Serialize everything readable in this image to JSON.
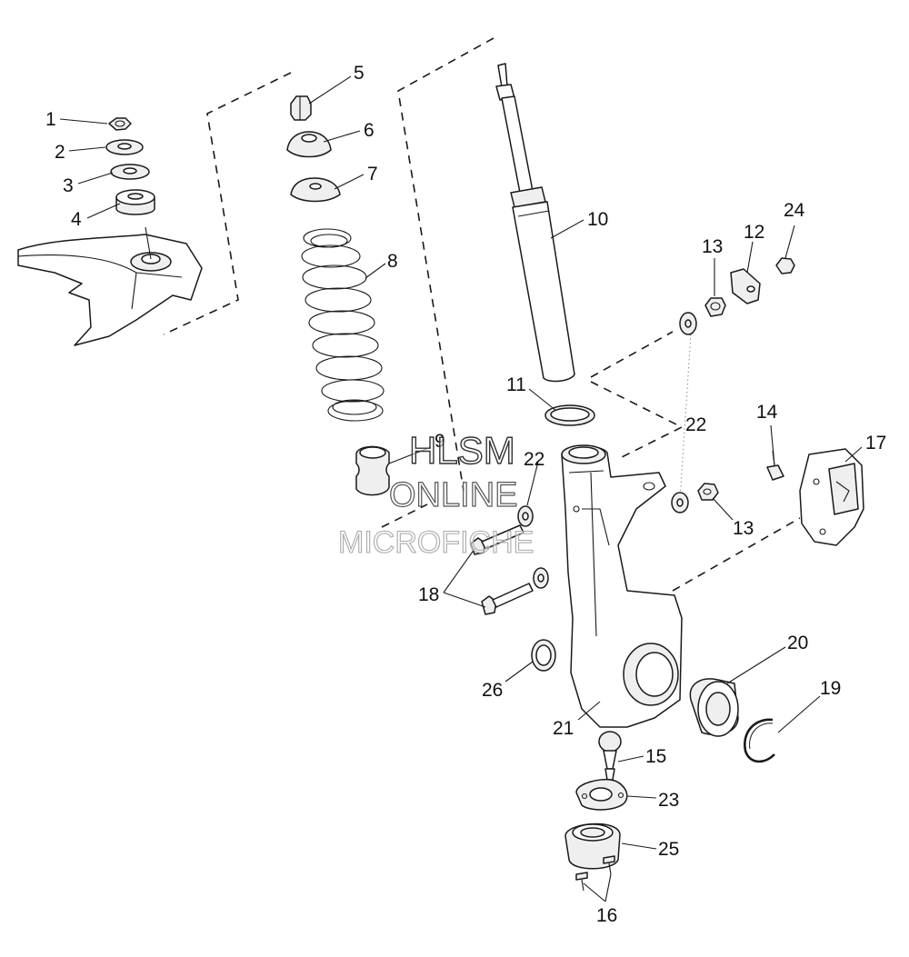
{
  "diagram": {
    "callouts": [
      {
        "id": "c1",
        "label": "1"
      },
      {
        "id": "c2",
        "label": "2"
      },
      {
        "id": "c3",
        "label": "3"
      },
      {
        "id": "c4",
        "label": "4"
      },
      {
        "id": "c5",
        "label": "5"
      },
      {
        "id": "c6",
        "label": "6"
      },
      {
        "id": "c7",
        "label": "7"
      },
      {
        "id": "c8",
        "label": "8"
      },
      {
        "id": "c9",
        "label": "9"
      },
      {
        "id": "c10",
        "label": "10"
      },
      {
        "id": "c11",
        "label": "11"
      },
      {
        "id": "c12",
        "label": "12"
      },
      {
        "id": "c13a",
        "label": "13"
      },
      {
        "id": "c13b",
        "label": "13"
      },
      {
        "id": "c14",
        "label": "14"
      },
      {
        "id": "c15",
        "label": "15"
      },
      {
        "id": "c16",
        "label": "16"
      },
      {
        "id": "c17",
        "label": "17"
      },
      {
        "id": "c18",
        "label": "18"
      },
      {
        "id": "c19",
        "label": "19"
      },
      {
        "id": "c20",
        "label": "20"
      },
      {
        "id": "c21",
        "label": "21"
      },
      {
        "id": "c22a",
        "label": "22"
      },
      {
        "id": "c22b",
        "label": "22"
      },
      {
        "id": "c23",
        "label": "23"
      },
      {
        "id": "c24",
        "label": "24"
      },
      {
        "id": "c25",
        "label": "25"
      },
      {
        "id": "c26",
        "label": "26"
      }
    ],
    "watermark": {
      "line1": "HLSM",
      "line2": "ONLINE",
      "line3": "MICROFICHE"
    }
  }
}
